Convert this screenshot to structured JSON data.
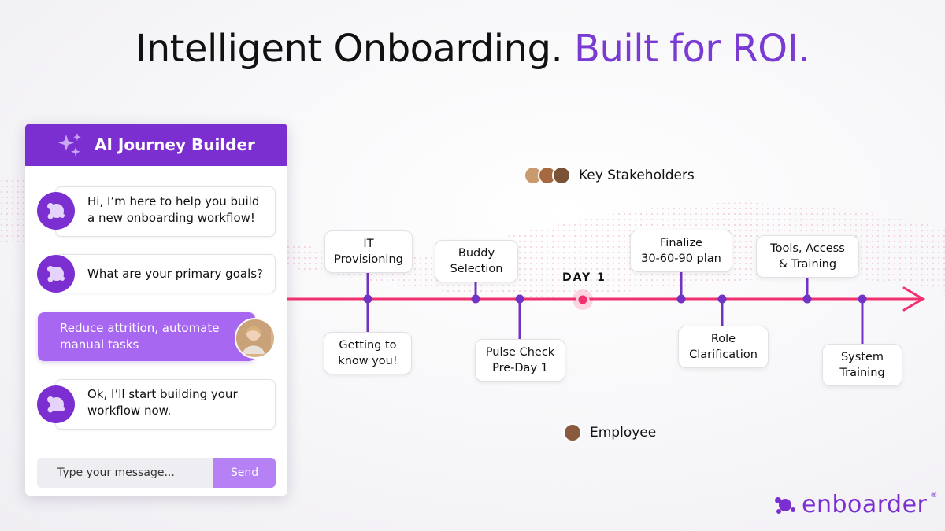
{
  "headline": {
    "main": "Intelligent Onboarding. ",
    "accent": "Built for ROI."
  },
  "chat": {
    "title": "AI Journey Builder",
    "messages": [
      "Hi, I’m here to help you build a new onboarding workflow!",
      "What are your primary goals?",
      "Ok, I’ll start building your workflow now."
    ],
    "user_message": "Reduce attrition, automate manual tasks",
    "input_placeholder": "Type your message...",
    "send_label": "Send"
  },
  "timeline": {
    "day_label": "DAY 1",
    "stakeholders_label": "Key Stakeholders",
    "employee_label": "Employee",
    "top_milestones": [
      "IT\nProvisioning",
      "Buddy\nSelection",
      "Finalize\n30-60-90 plan",
      "Tools, Access\n& Training"
    ],
    "bottom_milestones": [
      "Getting to\nknow you!",
      "Pulse Check\nPre-Day 1",
      "Role\nClarification",
      "System\nTraining"
    ]
  },
  "logo": {
    "text": "enboarder",
    "mark": "®"
  },
  "colors": {
    "brand_purple": "#7b2fd0",
    "accent_purple": "#7a3bd3",
    "timeline_pink": "#f0306f",
    "connector_purple": "#7232c4"
  }
}
